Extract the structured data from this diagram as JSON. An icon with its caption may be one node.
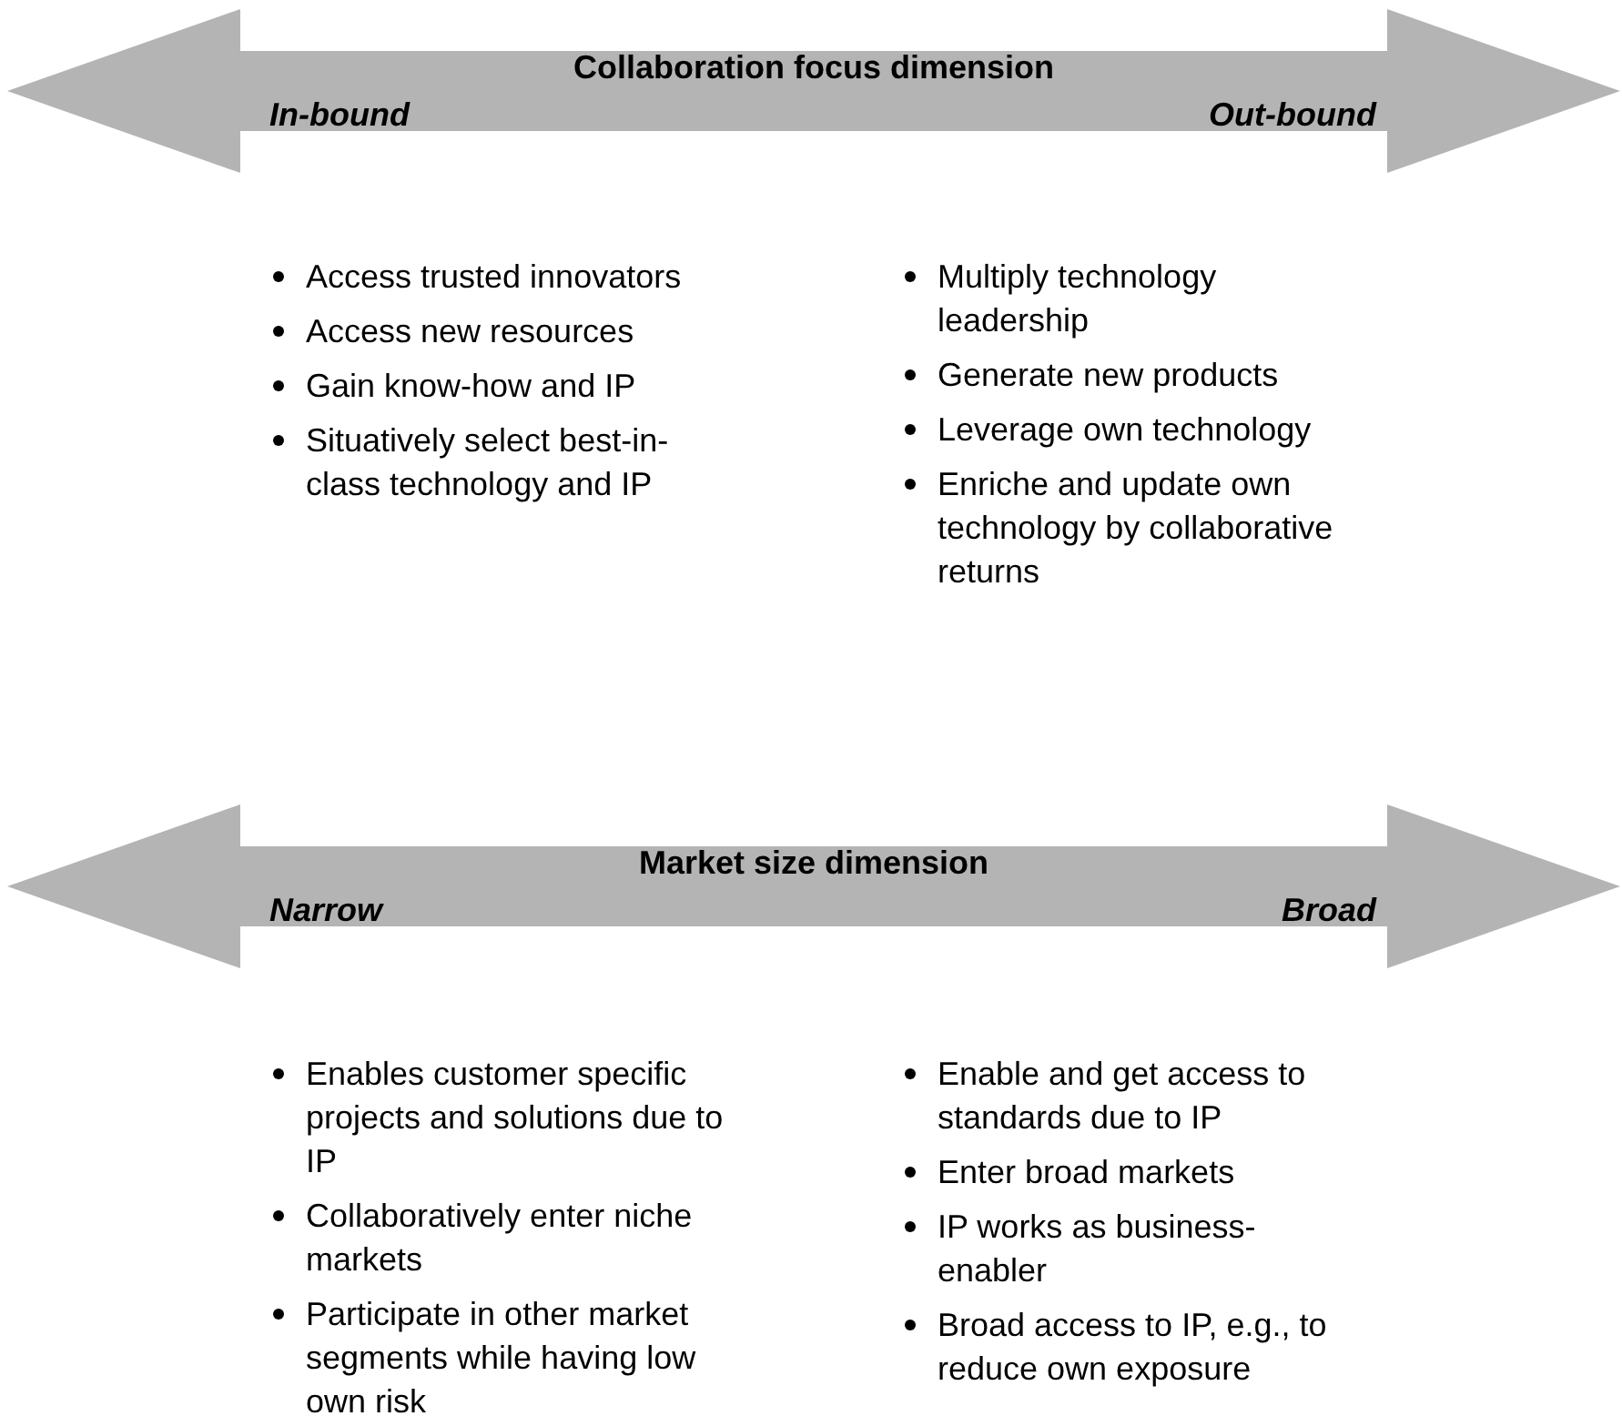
{
  "diagram": {
    "nodes": [
      {
        "text": [
          "Collaboration focus dimension",
          "In-bound",
          "Out-bound"
        ]
      },
      {
        "text": [
          "Market size dimension",
          "Narrow",
          "Broad"
        ]
      }
    ],
    "labels": [
      "Access trusted innovators",
      "Access new resources",
      "Gain know-how and IP",
      "Situatively select best-in-class technology and IP",
      "Multiply technology leadership",
      "Generate new products",
      "Leverage own technology",
      "Enriche and update own technology by collaborative returns",
      "Enables customer specific projects and solutions due to IP",
      "Collaboratively enter niche markets",
      "Participate in other market segments while having low own risk",
      "Enable and get access to standards due to IP",
      "Enter broad markets",
      "IP works as business-enabler",
      "Broad access to IP, e.g., to reduce own exposure"
    ]
  }
}
